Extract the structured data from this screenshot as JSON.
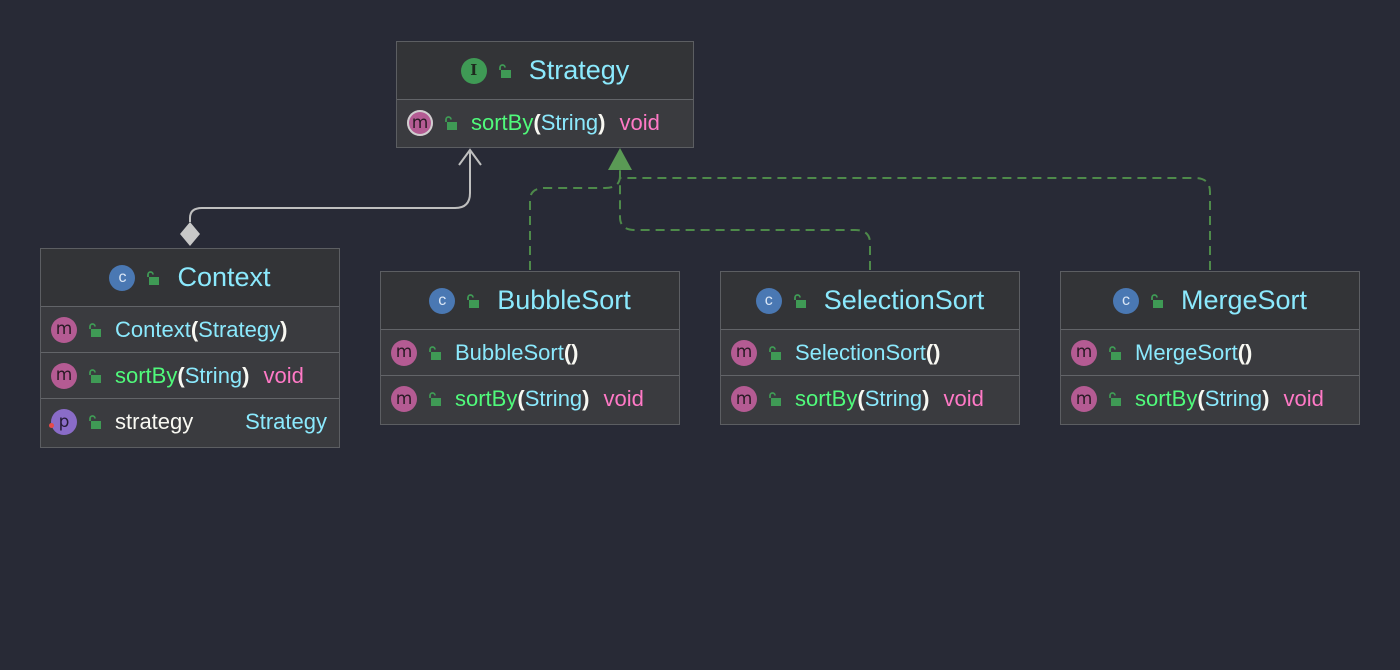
{
  "colors": {
    "background": "#282a36",
    "box": "#3a3b3f",
    "class_name": "#8be9fd",
    "method_name": "#50fa7b",
    "return_type": "#ff79c6",
    "realization_line": "#4e8a4a",
    "association_line": "#bfbfbf"
  },
  "icons": {
    "interface": "I",
    "class": "c",
    "method": "m",
    "property": "p"
  },
  "strategy": {
    "title": "Strategy",
    "kind": "interface",
    "methods": [
      {
        "name": "sortBy",
        "param": "String",
        "ret": "void",
        "abstract": true
      }
    ]
  },
  "context": {
    "title": "Context",
    "kind": "class",
    "constructor": {
      "name": "Context",
      "param": "Strategy"
    },
    "methods": [
      {
        "name": "sortBy",
        "param": "String",
        "ret": "void"
      }
    ],
    "field": {
      "name": "strategy",
      "type": "Strategy"
    }
  },
  "bubble": {
    "title": "BubbleSort",
    "kind": "class",
    "constructor": {
      "name": "BubbleSort"
    },
    "methods": [
      {
        "name": "sortBy",
        "param": "String",
        "ret": "void"
      }
    ]
  },
  "selection": {
    "title": "SelectionSort",
    "kind": "class",
    "constructor": {
      "name": "SelectionSort"
    },
    "methods": [
      {
        "name": "sortBy",
        "param": "String",
        "ret": "void"
      }
    ]
  },
  "merge": {
    "title": "MergeSort",
    "kind": "class",
    "constructor": {
      "name": "MergeSort"
    },
    "methods": [
      {
        "name": "sortBy",
        "param": "String",
        "ret": "void"
      }
    ]
  },
  "syntax": {
    "open_paren": "(",
    "close_paren": ")",
    "empty_parens": "()"
  },
  "relations": [
    {
      "type": "composition",
      "from": "Context",
      "to": "Strategy"
    },
    {
      "type": "realization",
      "from": "BubbleSort",
      "to": "Strategy"
    },
    {
      "type": "realization",
      "from": "SelectionSort",
      "to": "Strategy"
    },
    {
      "type": "realization",
      "from": "MergeSort",
      "to": "Strategy"
    }
  ]
}
